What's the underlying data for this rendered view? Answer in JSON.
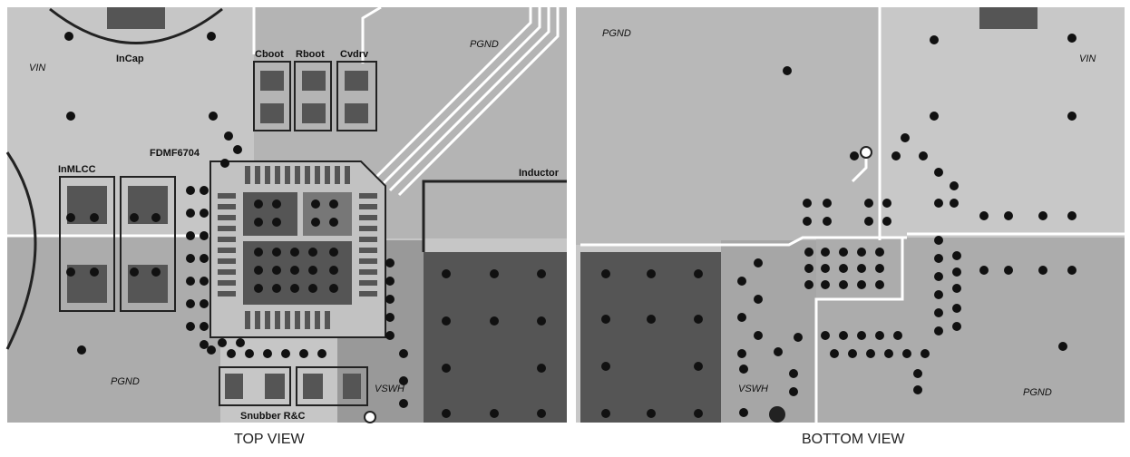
{
  "top_view": {
    "caption": "TOP VIEW",
    "labels": {
      "vin": "VIN",
      "incap": "InCap",
      "cboot": "Cboot",
      "rboot": "Rboot",
      "cvdrv": "Cvdrv",
      "pgnd_top": "PGND",
      "fdmf": "FDMF6704",
      "inmlcc": "InMLCC",
      "inductor": "Inductor",
      "pgnd_bottom": "PGND",
      "vswh": "VSWH",
      "snubber": "Snubber R&C"
    }
  },
  "bottom_view": {
    "caption": "BOTTOM VIEW",
    "labels": {
      "pgnd_top": "PGND",
      "vin": "VIN",
      "vswh": "VSWH",
      "pgnd_bottom": "PGND"
    }
  },
  "colors": {
    "background": "#ffffff",
    "light_copper": "#c8c8c8",
    "mid_copper": "#a9a9a9",
    "dark_copper": "#555555",
    "via": "#111111",
    "outline": "#222222"
  }
}
